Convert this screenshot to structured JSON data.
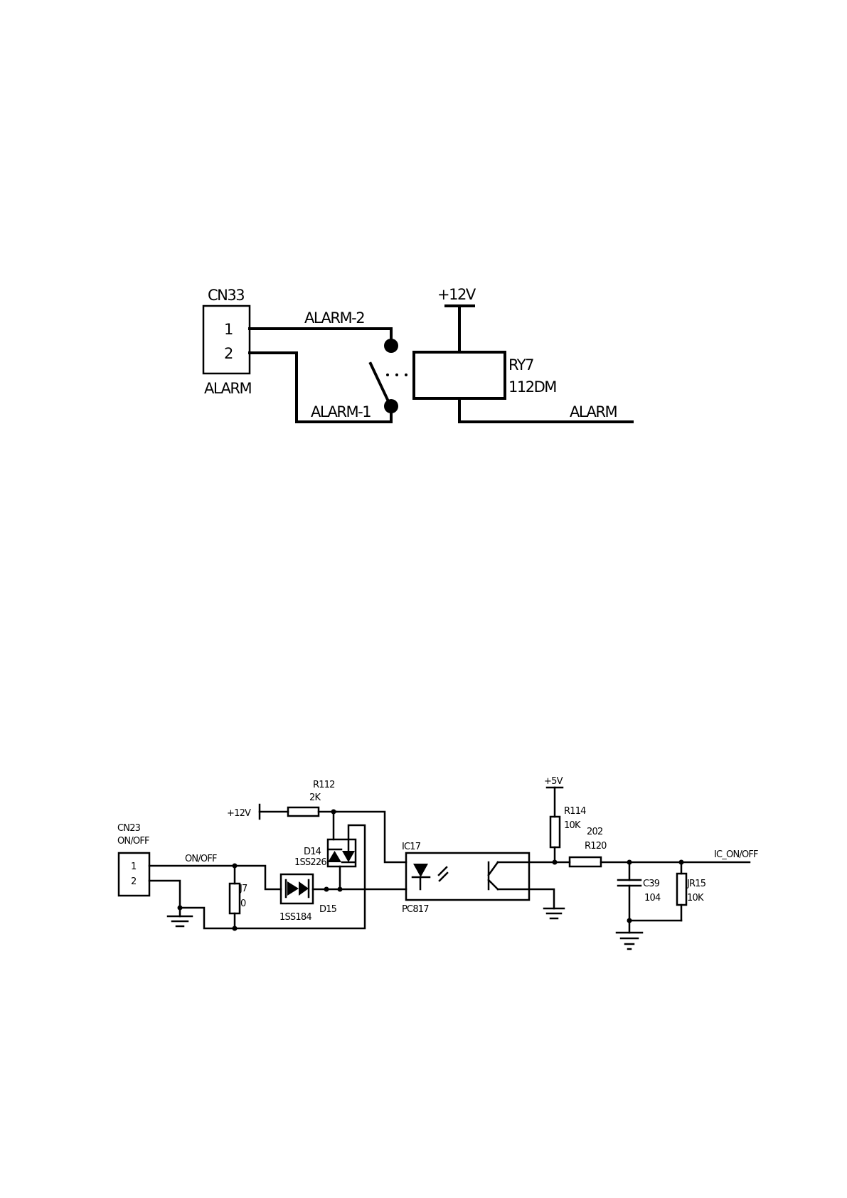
{
  "alarm_circuit": {
    "connector": {
      "ref": "CN33",
      "pin1": "1",
      "pin2": "2",
      "name": "ALARM"
    },
    "nets": {
      "alarm2": "ALARM-2",
      "alarm1": "ALARM-1",
      "alarm": "ALARM"
    },
    "supply": "+12V",
    "relay": {
      "ref": "RY7",
      "part": "112DM"
    }
  },
  "onoff_circuit": {
    "connector": {
      "ref": "CN23",
      "name": "ON/OFF",
      "pin1": "1",
      "pin2": "2"
    },
    "net_onoff": "ON/OFF",
    "supply_12v": "+12V",
    "supply_5v": "+5V",
    "r112": {
      "ref": "R112",
      "value": "2K"
    },
    "j7": {
      "ref": "J7",
      "value": "0"
    },
    "d14": {
      "ref": "D14",
      "part": "1SS226"
    },
    "d15": {
      "ref": "D15",
      "part": "1SS184"
    },
    "ic17": {
      "ref": "IC17",
      "part": "PC817"
    },
    "r114": {
      "ref": "R114",
      "value": "10K"
    },
    "r120": {
      "ref": "R120",
      "value": "202"
    },
    "c39": {
      "ref": "C39",
      "value": "104"
    },
    "r15": {
      "ref": "JR15",
      "value": "10K"
    },
    "output_net": "IC_ON/OFF"
  }
}
